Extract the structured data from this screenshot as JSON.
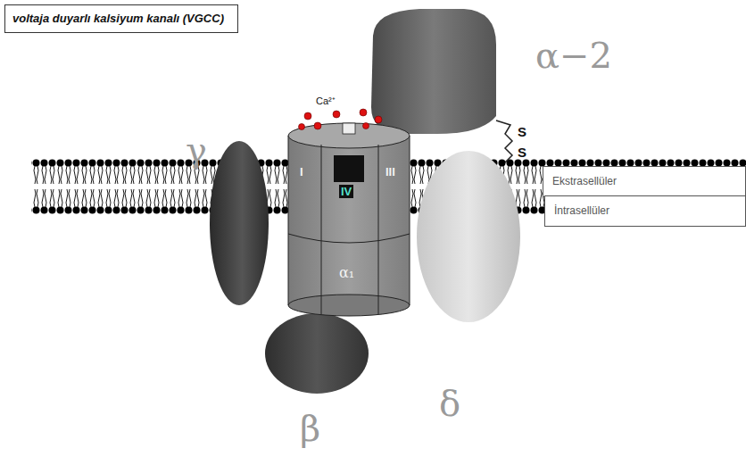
{
  "diagram": {
    "nodes": [
      {
        "text": [
          "voltaja duyarlı kalsiyum kanalı (VGCC)"
        ]
      },
      {
        "text": [
          "Ekstrasellüler"
        ]
      },
      {
        "text": [
          "İntrasellüler"
        ]
      }
    ],
    "labels": [
      "γ",
      "Ca²⁺",
      "I",
      "IV",
      "III",
      "α₁",
      "α−2",
      "S",
      "S",
      "δ",
      "β"
    ]
  }
}
